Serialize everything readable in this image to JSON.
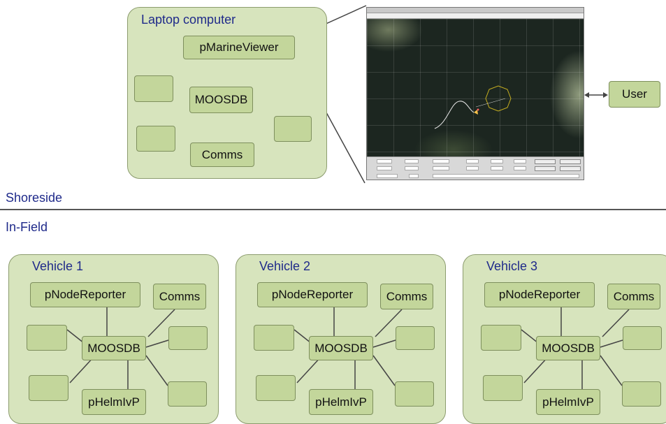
{
  "laptop": {
    "title": "Laptop computer",
    "viewer_label": "pMarineViewer",
    "moosdb_label": "MOOSDB",
    "comms_label": "Comms"
  },
  "user_label": "User",
  "sections": {
    "shoreside": "Shoreside",
    "infield": "In-Field"
  },
  "vehicles": [
    {
      "title": "Vehicle 1",
      "reporter": "pNodeReporter",
      "comms": "Comms",
      "moosdb": "MOOSDB",
      "helm": "pHelmIvP"
    },
    {
      "title": "Vehicle 2",
      "reporter": "pNodeReporter",
      "comms": "Comms",
      "moosdb": "MOOSDB",
      "helm": "pHelmIvP"
    },
    {
      "title": "Vehicle 3",
      "reporter": "pNodeReporter",
      "comms": "Comms",
      "moosdb": "MOOSDB",
      "helm": "pHelmIvP"
    }
  ],
  "colors": {
    "group_fill": "#d7e4bd",
    "node_fill": "#c3d69b",
    "title_text": "#1f2a8a"
  }
}
